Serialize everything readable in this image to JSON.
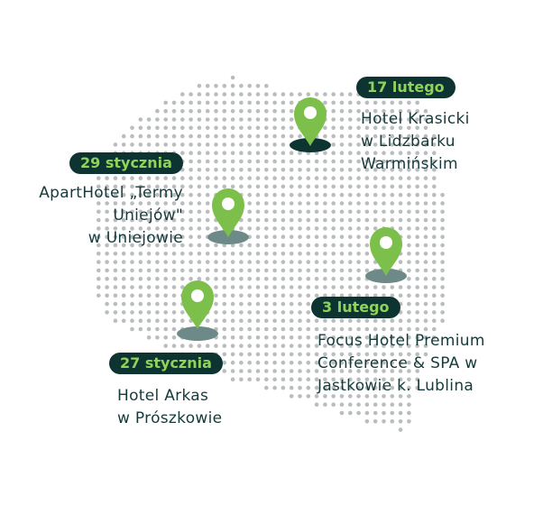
{
  "colors": {
    "badge_bg": "#0e3432",
    "badge_text": "#8fd35a",
    "pin": "#7cc04b",
    "dot": "#b9bdbd"
  },
  "locations": [
    {
      "date": "17 lutego",
      "name": "Hotel Krasicki\nw Lidzbarku\nWarmińskim"
    },
    {
      "date": "29 stycznia",
      "name": "ApartHotel „Termy\nUniejów\"\nw Uniejowie"
    },
    {
      "date": "3 lutego",
      "name": "Focus Hotel Premium\nConference & SPA w\nJastkowie k. Lublina"
    },
    {
      "date": "27 stycznia",
      "name": "Hotel Arkas\nw Prószkowie"
    }
  ]
}
